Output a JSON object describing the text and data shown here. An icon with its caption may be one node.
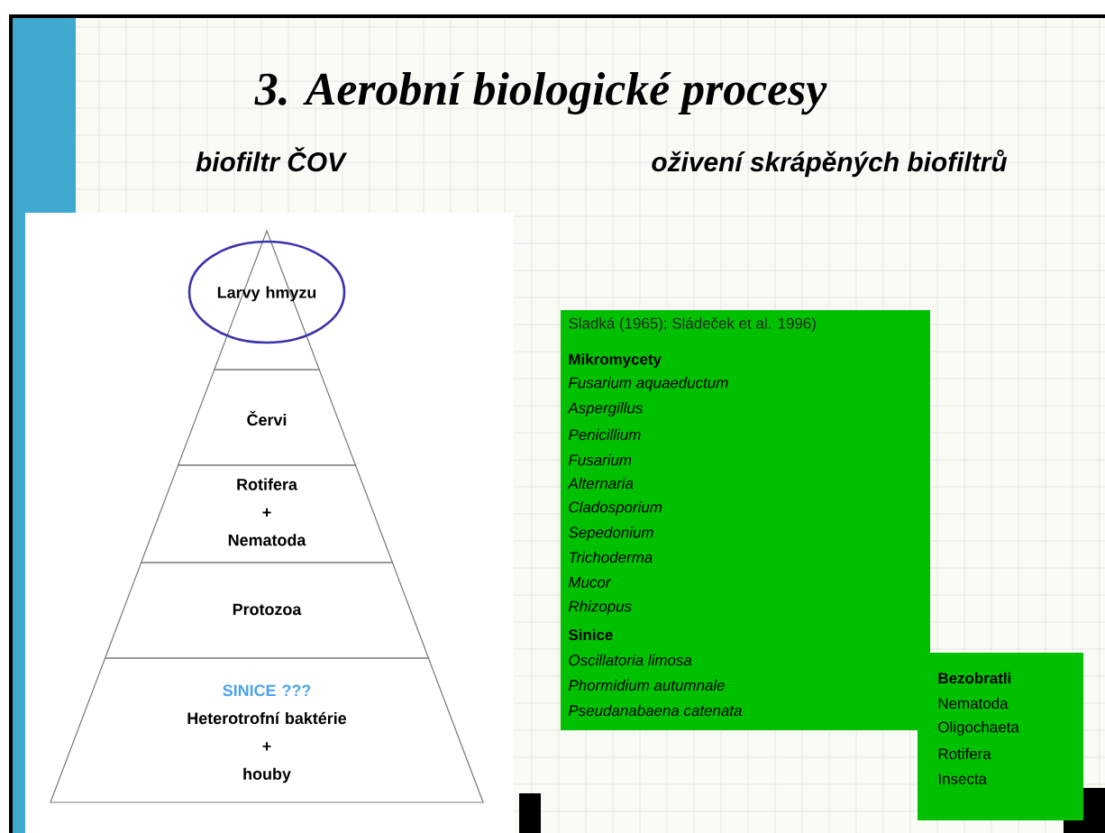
{
  "diagram": {
    "title": "3. Aerobní biologické procesy",
    "nodes": [
      {
        "text": [
          "Larvy hmyzu"
        ]
      },
      {
        "text": [
          "Červi"
        ]
      },
      {
        "text": [
          "Rotifera + Nematoda"
        ]
      },
      {
        "text": [
          "Protozoa"
        ]
      },
      {
        "text": [
          "SINICE ???",
          "Heterotrofní baktérie + houby"
        ]
      },
      {
        "text": [
          "Sladká (1965); Sládeček et al. 1996)",
          "Mikromycety",
          "Fusarium aquaeductum",
          "Aspergillus",
          "Penicillium",
          "Fusarium",
          "Alternaria",
          "Cladosporium",
          "Sepedonium",
          "Trichoderma",
          "Mucor",
          "Rhizopus",
          "Sinice",
          "Oscillatoria limosa",
          "Phormidium autumnale",
          "Pseudanabaena catenata"
        ]
      },
      {
        "text": [
          "Bezobratli",
          "Nematoda",
          "Oligochaeta",
          "Rotifera",
          "Insecta"
        ]
      }
    ],
    "labels": [
      "biofiltr ČOV",
      "oživení skrápěných biofiltrů"
    ]
  }
}
